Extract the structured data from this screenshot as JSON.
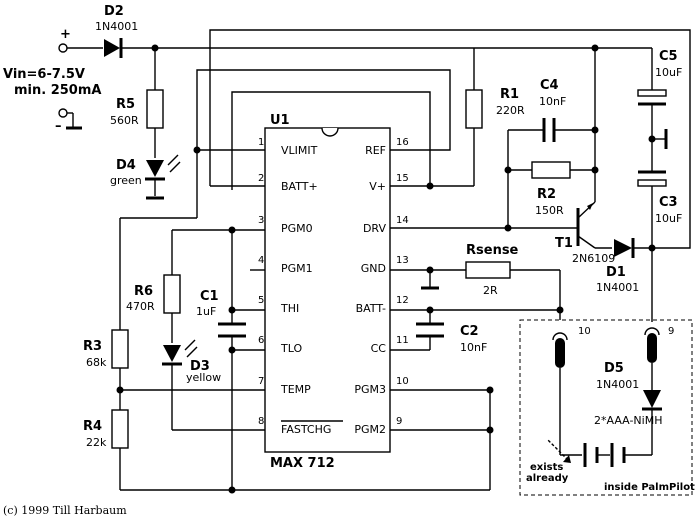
{
  "input": {
    "plus": "+",
    "minus": "–",
    "vin_line1": "Vin=6-7.5V",
    "vin_line2": "min. 250mA"
  },
  "ic": {
    "ref": "U1",
    "part": "MAX 712",
    "pins": [
      {
        "num": "1",
        "name": "VLIMIT"
      },
      {
        "num": "2",
        "name": "BATT+"
      },
      {
        "num": "3",
        "name": "PGM0"
      },
      {
        "num": "4",
        "name": "PGM1"
      },
      {
        "num": "5",
        "name": "THI"
      },
      {
        "num": "6",
        "name": "TLO"
      },
      {
        "num": "7",
        "name": "TEMP"
      },
      {
        "num": "8",
        "name": "FASTCHG"
      },
      {
        "num": "9",
        "name": "PGM2"
      },
      {
        "num": "10",
        "name": "PGM3"
      },
      {
        "num": "11",
        "name": "CC"
      },
      {
        "num": "12",
        "name": "BATT-"
      },
      {
        "num": "13",
        "name": "GND"
      },
      {
        "num": "14",
        "name": "DRV"
      },
      {
        "num": "15",
        "name": "V+"
      },
      {
        "num": "16",
        "name": "REF"
      }
    ]
  },
  "components": {
    "D2": {
      "ref": "D2",
      "value": "1N4001"
    },
    "R5": {
      "ref": "R5",
      "value": "560R"
    },
    "D4": {
      "ref": "D4",
      "value": "green"
    },
    "R1": {
      "ref": "R1",
      "value": "220R"
    },
    "C4": {
      "ref": "C4",
      "value": "10nF"
    },
    "R2": {
      "ref": "R2",
      "value": "150R"
    },
    "C5": {
      "ref": "C5",
      "value": "10uF"
    },
    "C3": {
      "ref": "C3",
      "value": "10uF"
    },
    "T1": {
      "ref": "T1",
      "value": "2N6109"
    },
    "D1": {
      "ref": "D1",
      "value": "1N4001"
    },
    "Rsense": {
      "ref": "Rsense",
      "value": "2R"
    },
    "C2": {
      "ref": "C2",
      "value": "10nF"
    },
    "R6": {
      "ref": "R6",
      "value": "470R"
    },
    "D3": {
      "ref": "D3",
      "value": "yellow"
    },
    "C1": {
      "ref": "C1",
      "value": "1uF"
    },
    "R3": {
      "ref": "R3",
      "value": "68k"
    },
    "R4": {
      "ref": "R4",
      "value": "22k"
    },
    "D5": {
      "ref": "D5",
      "value": "1N4001"
    }
  },
  "palmpilot": {
    "connector_left": "10",
    "connector_right": "9",
    "battery": "2*AAA-NiMH",
    "note_line1": "exists",
    "note_line2": "already",
    "box_label": "inside PalmPilot"
  },
  "credit": "(c) 1999 Till Harbaum"
}
